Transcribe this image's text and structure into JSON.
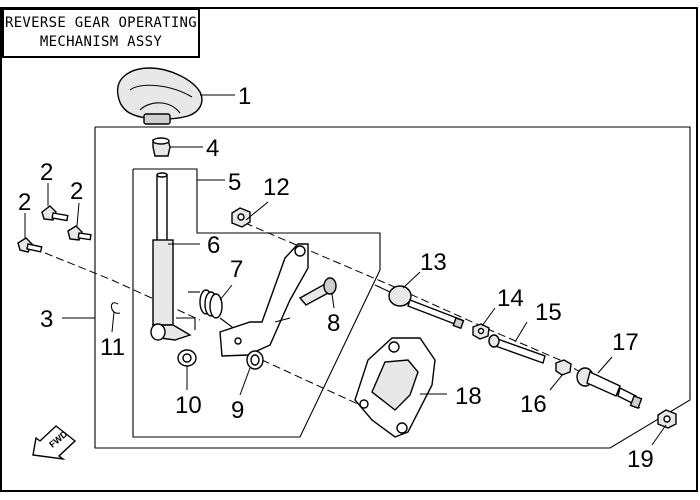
{
  "title": {
    "line1": "REVERSE GEAR OPERATING",
    "line2": "MECHANISM ASSY"
  },
  "fwd_label": "FWD",
  "callouts": {
    "c1": "1",
    "c2a": "2",
    "c2b": "2",
    "c2c": "2",
    "c3": "3",
    "c4": "4",
    "c5": "5",
    "c6": "6",
    "c7": "7",
    "c8": "8",
    "c9": "9",
    "c10": "10",
    "c11": "11",
    "c12": "12",
    "c13": "13",
    "c14": "14",
    "c15": "15",
    "c16": "16",
    "c17": "17",
    "c18": "18",
    "c19": "19"
  }
}
